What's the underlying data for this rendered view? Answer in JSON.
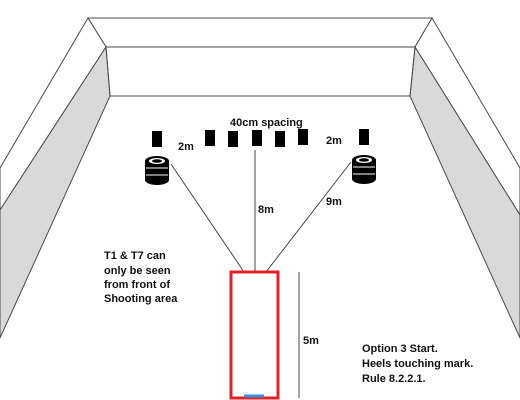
{
  "labels": {
    "spacing": "40cm spacing",
    "dist_left": "2m",
    "dist_right": "2m",
    "dist_center": "8m",
    "dist_diag": "9m",
    "dist_box": "5m"
  },
  "note_t1_t7": [
    "T1 & T7 can",
    "only be seen",
    "from front of",
    "Shooting area"
  ],
  "note_start": [
    "Option 3 Start.",
    "Heels touching mark.",
    "Rule 8.2.2.1."
  ],
  "colors": {
    "wall_top": "#ffffff",
    "wall_side": "#d9d9d9",
    "outline": "#4a4a4a",
    "target": "#000000",
    "shooting_box": "#e0202a",
    "start_mark": "#3a8fd8"
  }
}
